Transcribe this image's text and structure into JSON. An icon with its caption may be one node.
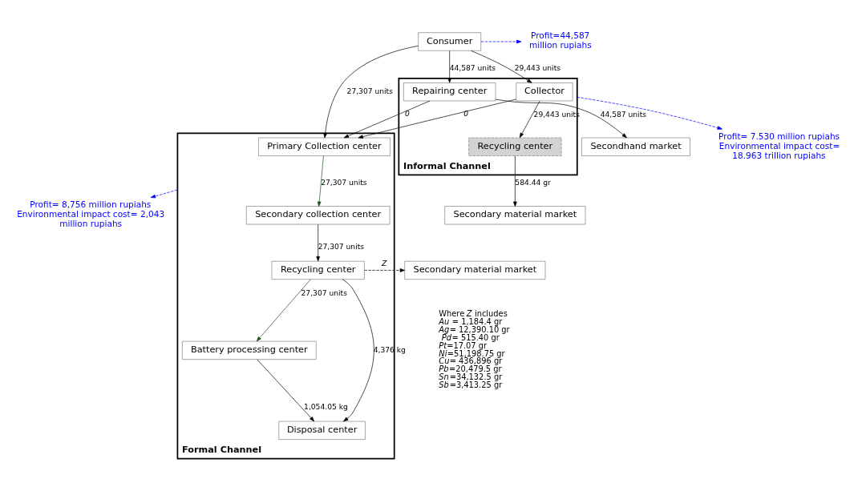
{
  "diagram": {
    "nodes": [
      {
        "text": [
          "Consumer"
        ]
      },
      {
        "text": [
          "Profit=44,587 million rupiahs"
        ]
      },
      {
        "text": [
          "Informal Channel"
        ]
      },
      {
        "text": [
          "Collector"
        ],
        "in": 2
      },
      {
        "text": [
          "Recycling center"
        ],
        "in": 2
      },
      {
        "text": [
          "Repairing center"
        ],
        "in": 2
      },
      {
        "text": [
          "Profit= 7.530 million rupiahs Environmental impact cost= 18.963 trillion rupiahs"
        ]
      },
      {
        "text": [
          "Secondary material market"
        ]
      },
      {
        "text": [
          "Secondhand market"
        ]
      },
      {
        "text": [
          "Formal Channel"
        ]
      },
      {
        "text": [
          "Primary Collection center"
        ],
        "in": 9
      },
      {
        "text": [
          "Secondary collection center"
        ],
        "in": 9
      },
      {
        "text": [
          "Recycling center"
        ],
        "in": 9
      },
      {
        "text": [
          "Battery processing center"
        ],
        "in": 9
      },
      {
        "text": [
          "Disposal center"
        ],
        "in": 9
      },
      {
        "text": [
          "Profit= 8,756 million rupiahs Environmental impact cost= 2,043 million rupiahs"
        ]
      },
      {
        "text": [
          "Secondary material market"
        ]
      }
    ],
    "edges": [
      {
        "from": 0,
        "to": 1,
        "arrow": "to",
        "style": "dashed",
        "color": "#0000ff"
      },
      {
        "from": 0,
        "to": 3,
        "arrow": "to",
        "label": "29,443 units"
      },
      {
        "from": 0,
        "to": 5,
        "arrow": "to",
        "label": "44,587 units"
      },
      {
        "from": 0,
        "to": 10,
        "arrow": "to",
        "label": "27,307 units"
      },
      {
        "from": 3,
        "to": 4,
        "arrow": "to",
        "label": "29,443 units"
      },
      {
        "from": 3,
        "to": 10,
        "arrow": "to",
        "label": "0"
      },
      {
        "from": 5,
        "to": 10,
        "arrow": "to",
        "label": "0"
      },
      {
        "from": 4,
        "to": 7,
        "arrow": "to",
        "label": "584.44 gr"
      },
      {
        "from": 5,
        "to": 8,
        "arrow": "to",
        "label": "44,587 units"
      },
      {
        "from": 2,
        "to": 6,
        "arrow": "to",
        "style": "dashed",
        "color": "#0000ff"
      },
      {
        "from": 9,
        "to": 15,
        "arrow": "to",
        "style": "dashed",
        "color": "#0000ff"
      },
      {
        "from": 10,
        "to": 11,
        "arrow": "to",
        "label": "27,307 units",
        "color": "#1f4f1f"
      },
      {
        "from": 11,
        "to": 12,
        "arrow": "to",
        "label": "27,307 units"
      },
      {
        "from": 12,
        "to": 13,
        "arrow": "to",
        "label": "27,307 units",
        "color": "#1f4f1f"
      },
      {
        "from": 12,
        "to": 14,
        "arrow": "to",
        "label": "4,376 kg"
      },
      {
        "from": 13,
        "to": 14,
        "arrow": "to",
        "label": "1,054.05 kg"
      },
      {
        "from": 12,
        "to": 16,
        "arrow": "to",
        "label": "Z",
        "style": "dashed"
      }
    ],
    "labels": [
      "Where *Z* includes",
      "*Au* = 1,184.4 gr",
      "*Ag*= 12,390.10 gr",
      " *Pd*= 515.40 gr",
      "*Pt*=17.07 gr",
      "*Ni*=51,198.75 gr",
      "*Cu*= 436,896 gr",
      "*Pb*=20,479.5 gr",
      "*Sn*=34,132.5 gr",
      "*Sb*=3,413.25 gr"
    ]
  }
}
